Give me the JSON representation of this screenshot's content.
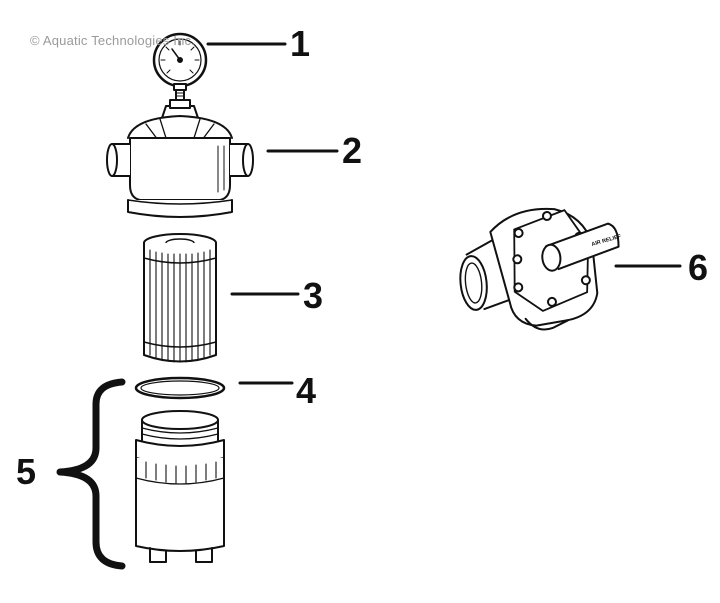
{
  "watermark": "© Aquatic Technologies Inc.",
  "labels": {
    "part1": "1",
    "part2": "2",
    "part3": "3",
    "part4": "4",
    "part5": "5",
    "part6": "6"
  },
  "valve_plate_text": "AIR RELIEF",
  "colors": {
    "ink": "#111111",
    "watermark": "#9a9a9a",
    "background": "#ffffff"
  }
}
